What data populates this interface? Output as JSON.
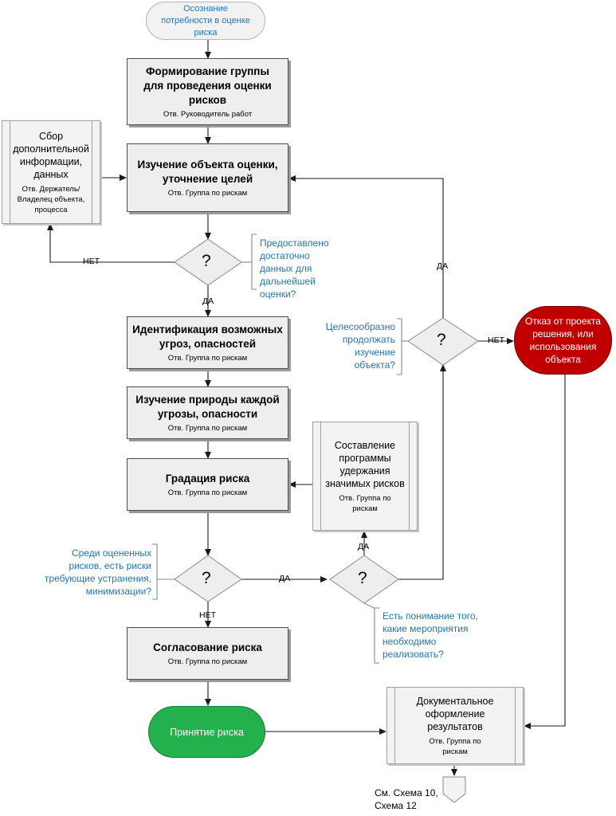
{
  "start": {
    "text": "Осознание потребности в оценке риска"
  },
  "steps": [
    {
      "title": "Формирование группы для проведения оценки рисков",
      "owner": "Отв. Руководитель работ"
    },
    {
      "title": "Изучение объекта оценки, уточнение целей",
      "owner": "Отв. Группа по рискам"
    },
    {
      "title": "Идентификация возможных угроз, опасностей",
      "owner": "Отв. Группа по рискам"
    },
    {
      "title": "Изучение природы каждой угрозы, опасности",
      "owner": "Отв. Группа по рискам"
    },
    {
      "title": "Градация риска",
      "owner": "Отв. Группа по рискам"
    },
    {
      "title": "Согласование риска",
      "owner": "Отв. Группа по рискам"
    }
  ],
  "subprocesses": [
    {
      "title": "Сбор дополнительной информации, данных",
      "owner": "Отв. Держатель/ Владелец объекта, процесса"
    },
    {
      "title": "Составление программы удержания значимых рисков",
      "owner": "Отв. Группа по рискам"
    },
    {
      "title": "Документальное оформление результатов",
      "owner": "Отв. Группа по рискам"
    }
  ],
  "decision_symbol": "?",
  "questions": [
    "Предоставлено достаточно данных для дальнейшей оценки?",
    "Целесообразно продолжать изучение объекта?",
    "Среди оцененных рисков, есть риски требующие устранения, минимизации?",
    "Есть понимание того, какие мероприятия необходимо реализовать?"
  ],
  "labels": {
    "yes": "ДА",
    "no": "НЕТ"
  },
  "accept": {
    "text": "Принятие риска",
    "color": "#22b14c"
  },
  "refuse": {
    "text": "Отказ от проекта решения, или использования объекта",
    "color": "#c00000"
  },
  "reference": "См. Схема 10, Схема 12",
  "colors": {
    "note": "#2474b5",
    "line": "#1a1a1a"
  }
}
